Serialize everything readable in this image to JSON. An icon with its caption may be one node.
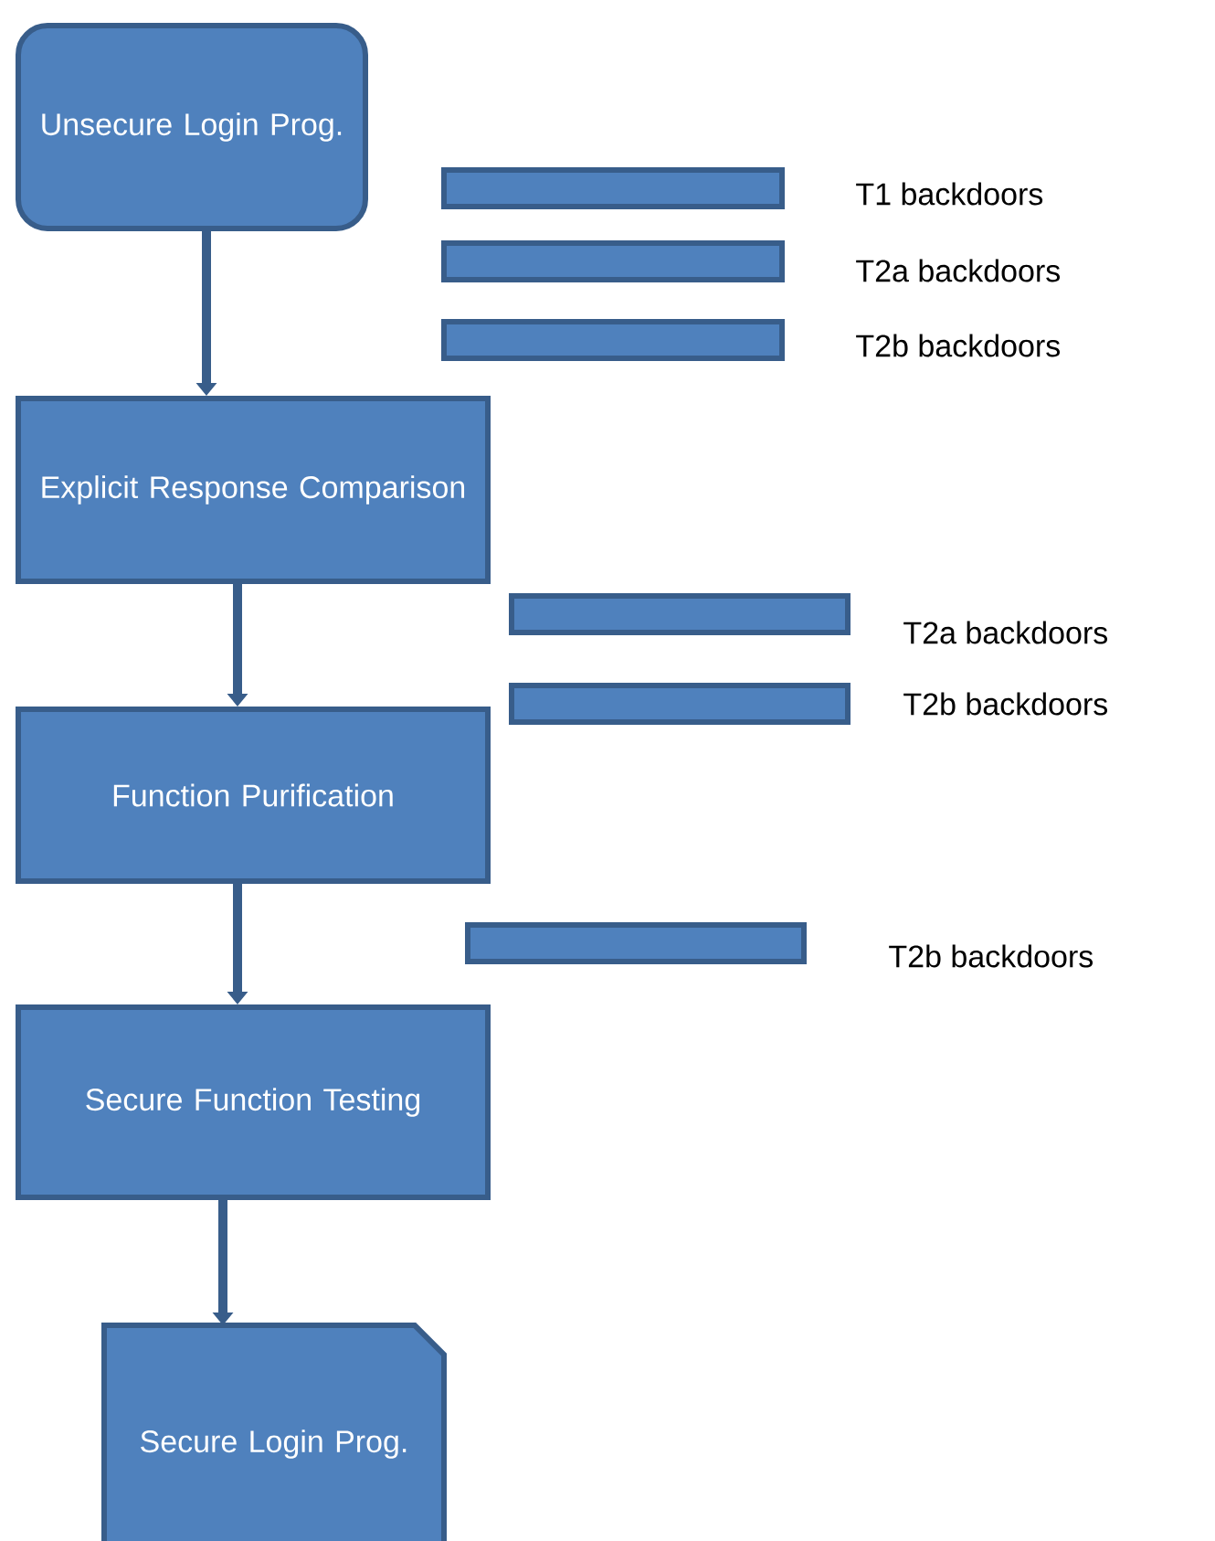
{
  "diagram": {
    "nodes": [
      {
        "text": [
          "Unsecure Login Prog."
        ]
      },
      {
        "text": [],
        "shape": "bar",
        "beside": [
          "T1 backdoors"
        ]
      },
      {
        "text": [],
        "shape": "bar",
        "beside": [
          "T2a backdoors"
        ]
      },
      {
        "text": [],
        "shape": "bar",
        "beside": [
          "T2b backdoors"
        ]
      },
      {
        "text": [
          "Explicit Response Comparison"
        ]
      },
      {
        "text": [],
        "shape": "bar",
        "beside": [
          "T2a backdoors"
        ]
      },
      {
        "text": [],
        "shape": "bar",
        "beside": [
          "T2b backdoors"
        ]
      },
      {
        "text": [
          "Function Purification"
        ]
      },
      {
        "text": [],
        "shape": "bar",
        "beside": [
          "T2b backdoors"
        ]
      },
      {
        "text": [
          "Secure Function Testing"
        ]
      },
      {
        "text": [
          "Secure Login Prog."
        ]
      }
    ],
    "edges": [
      {
        "from": 0,
        "to": 4,
        "arrow": "to"
      },
      {
        "from": 4,
        "to": 7,
        "arrow": "to"
      },
      {
        "from": 7,
        "to": 9,
        "arrow": "to"
      },
      {
        "from": 9,
        "to": 10,
        "arrow": "to"
      }
    ]
  }
}
